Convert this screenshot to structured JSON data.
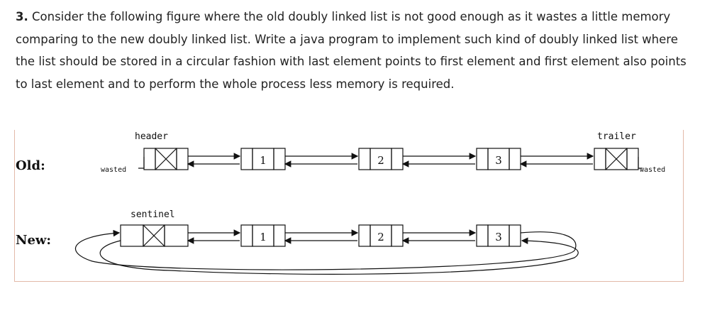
{
  "question": {
    "number": "3.",
    "text": "Consider the following figure where the old doubly linked list is not good enough as it wastes a little memory comparing to the new doubly linked list. Write a java program to implement such kind of doubly linked list where the list should be stored in a circular fashion with last element points to first element and first element also points to last element and to perform the whole process less memory is required."
  },
  "figure": {
    "old": {
      "label": "Old:",
      "header_label": "header",
      "trailer_label": "trailer",
      "wasted_label": "wasted",
      "values": [
        "1",
        "2",
        "3"
      ]
    },
    "new": {
      "label": "New:",
      "sentinel_label": "sentinel",
      "values": [
        "1",
        "2",
        "3"
      ]
    }
  }
}
